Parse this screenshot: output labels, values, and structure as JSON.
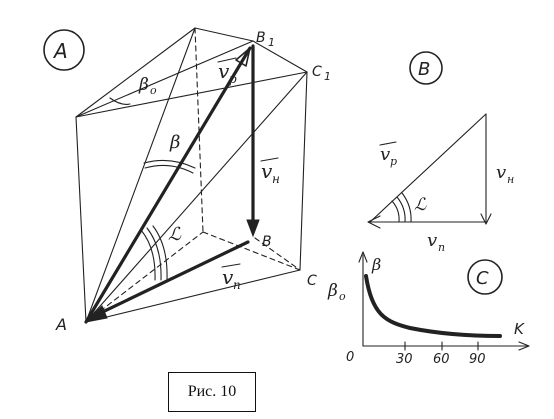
{
  "panels": {
    "a": "A",
    "b": "B",
    "c": "C"
  },
  "points": {
    "A": "A",
    "B": "B",
    "B1": "B",
    "B1_sub": "1",
    "C": "C",
    "C1": "C",
    "C1_sub": "1"
  },
  "labels": {
    "v": "v",
    "p": "p",
    "n": "н",
    "pi": "п",
    "beta": "β",
    "beta0": "β",
    "beta0_sub": "o",
    "alpha": "ℒ",
    "k": "K"
  },
  "axis": {
    "zero": "0",
    "t30": "30",
    "t60": "60",
    "t90": "90"
  },
  "caption": "Рис. 10"
}
